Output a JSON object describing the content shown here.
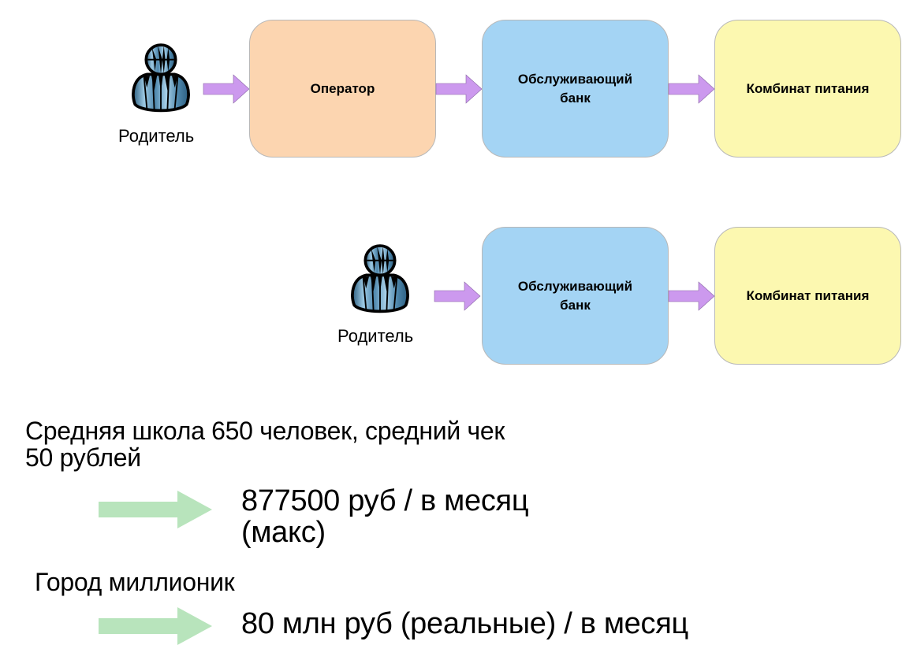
{
  "colors": {
    "operator_fill": "#fcd5b0",
    "bank_fill": "#a4d4f4",
    "kombinat_fill": "#fcf8b0",
    "flow_arrow": "#cc99ee",
    "result_arrow": "#b8e4bc",
    "person_fill": "#6fa6c8"
  },
  "scheme_with_operator": {
    "actor": {
      "icon": "person-icon",
      "label": "Родитель"
    },
    "nodes": [
      {
        "label": "Оператор"
      },
      {
        "label": "Обслуживающий банк"
      },
      {
        "label": "Комбинат питания"
      }
    ],
    "arrows": [
      "right-arrow",
      "right-arrow",
      "right-arrow"
    ]
  },
  "scheme_direct": {
    "actor": {
      "icon": "person-icon",
      "label": "Родитель"
    },
    "nodes": [
      {
        "label": "Обслуживающий банк"
      },
      {
        "label": "Комбинат питания"
      }
    ],
    "arrows": [
      "right-arrow",
      "right-arrow"
    ]
  },
  "calculations": {
    "school": {
      "description_line1": "Средняя школа 650 человек, средний чек",
      "description_line2": "50 рублей",
      "result_line1": "877500 руб / в месяц",
      "result_line2": "(макс)"
    },
    "city": {
      "description": "Город миллионик",
      "result": "80 млн руб (реальные) / в месяц"
    }
  }
}
